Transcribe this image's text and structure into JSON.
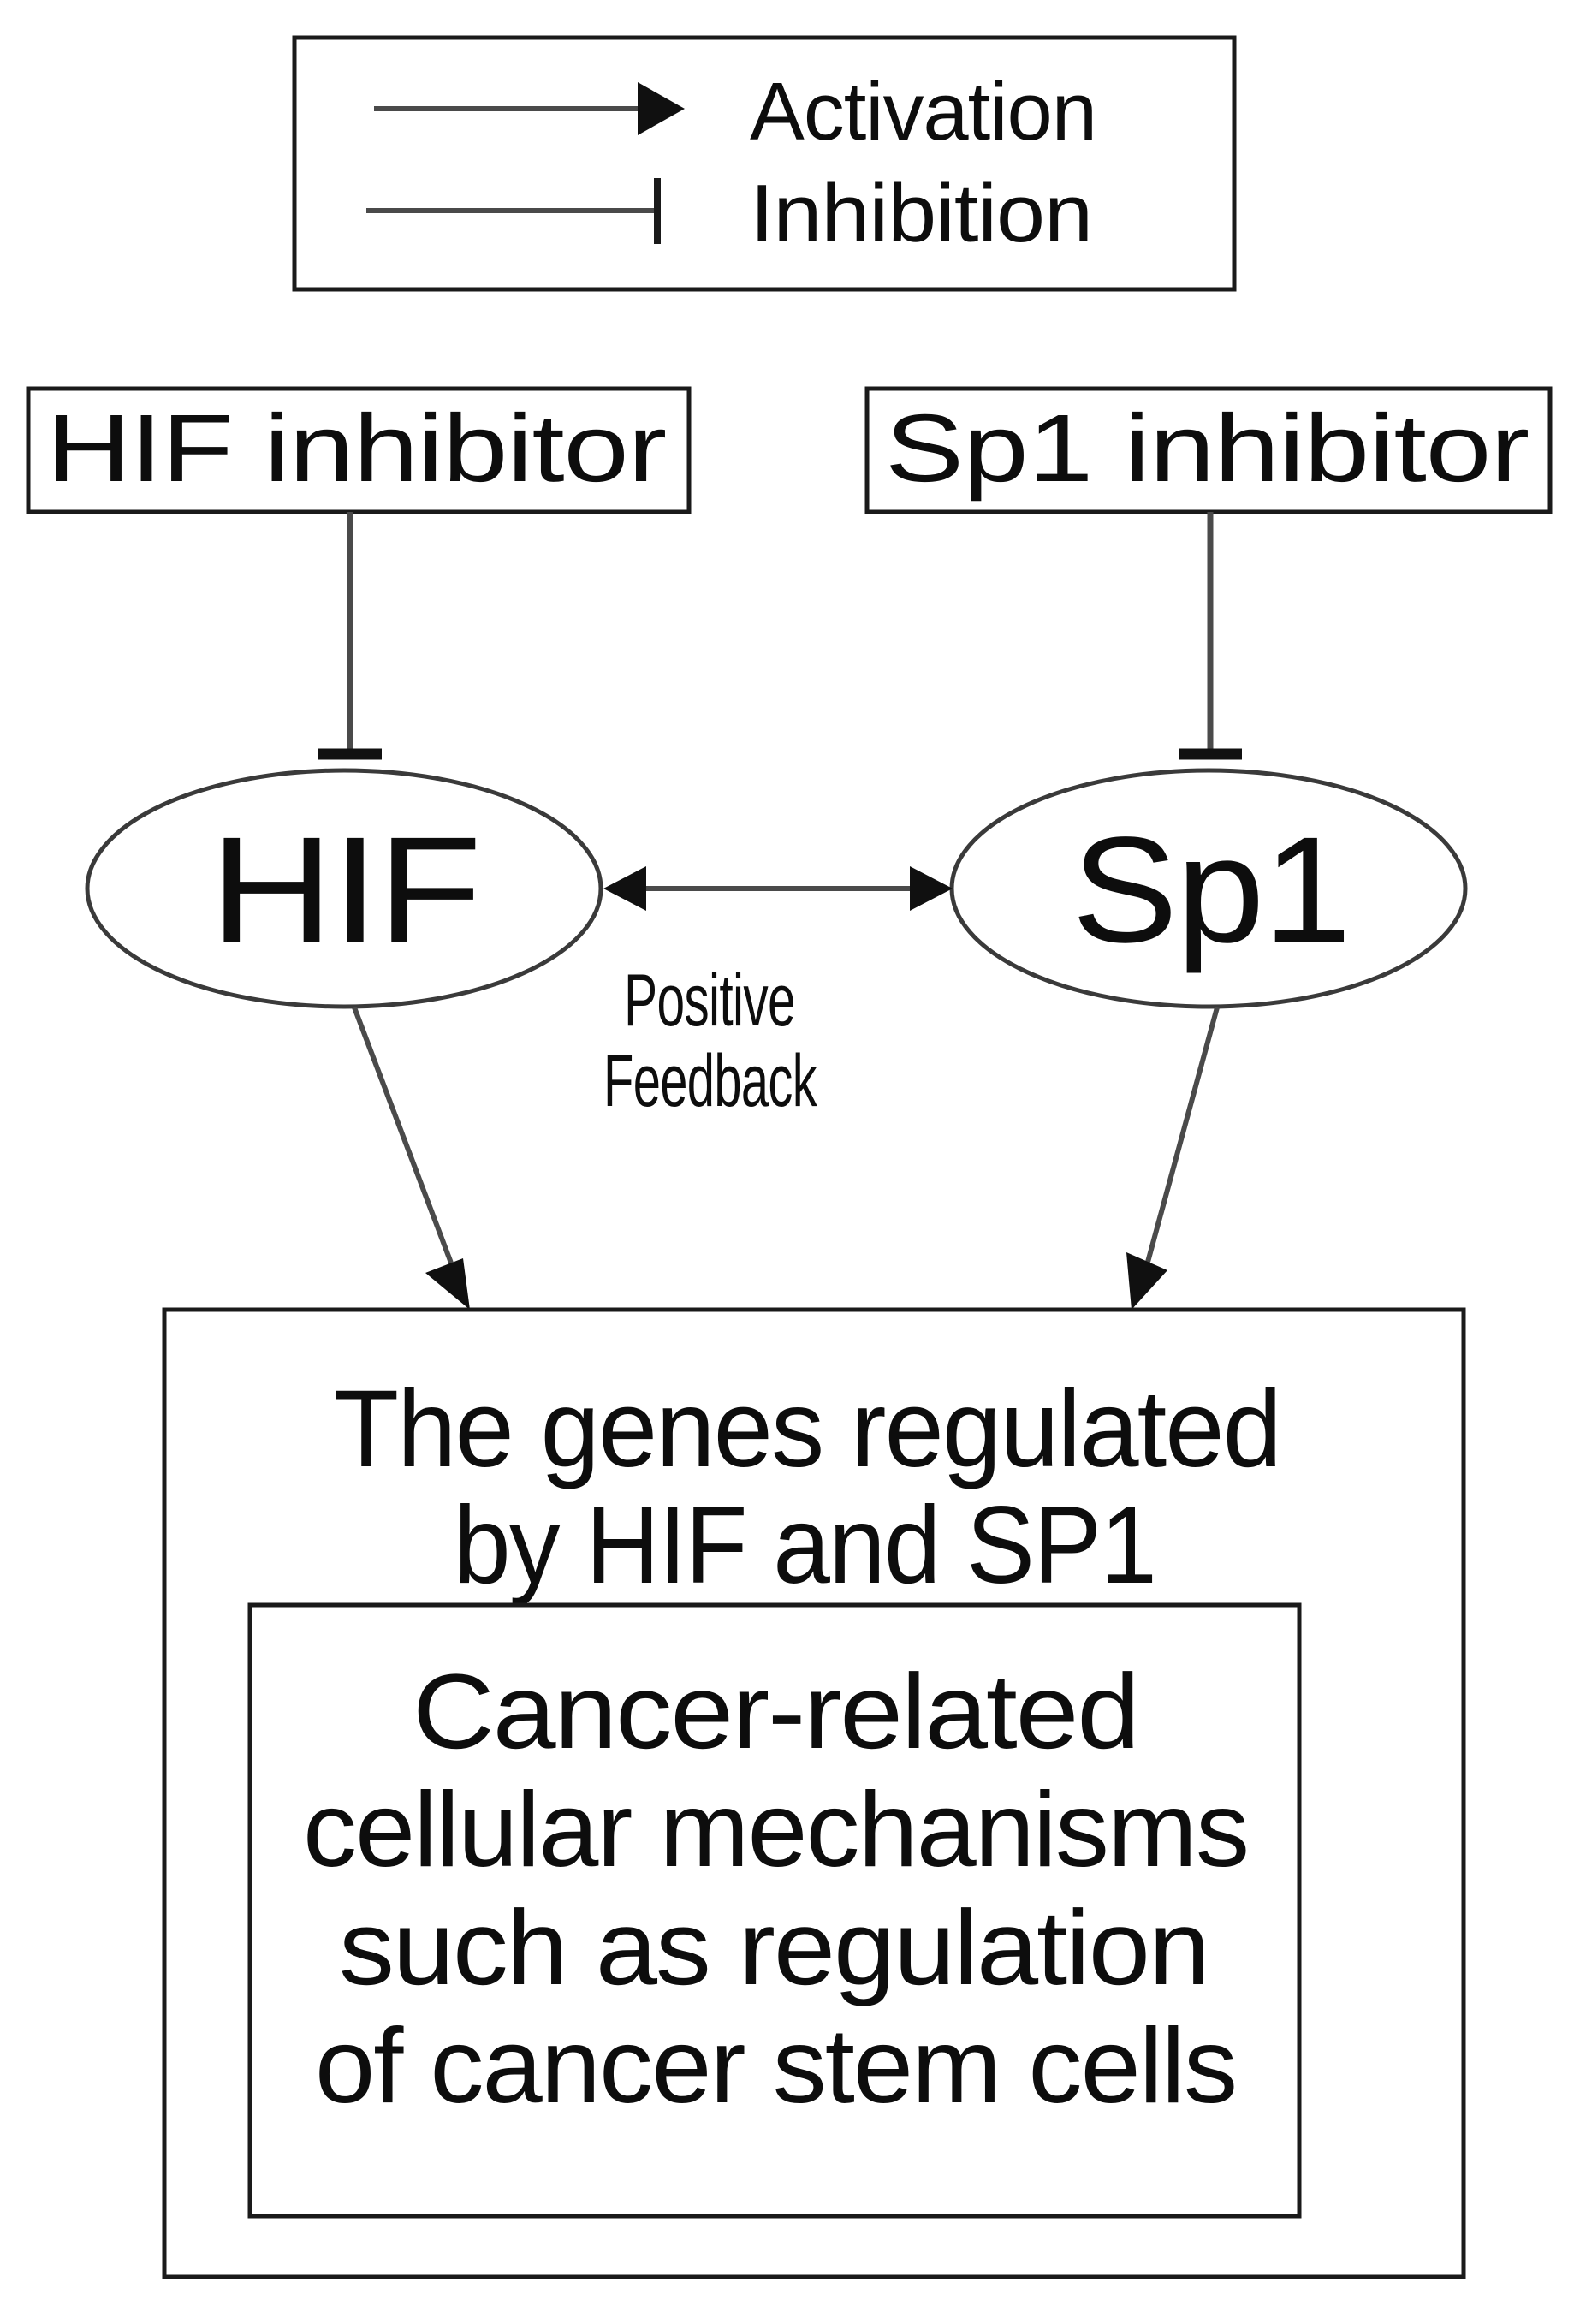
{
  "figure": {
    "type": "signaling-pathway-diagram",
    "title": "HIF and Sp1 positive feedback regulating cancer-related genes",
    "background_color": "#ffffff",
    "line_color": "#4a4a4a",
    "text_color": "#0d0d0d",
    "box_border_color": "#1a1a1a"
  },
  "legend": {
    "entries": [
      {
        "symbol": "arrow",
        "label": "Activation"
      },
      {
        "symbol": "tee",
        "label": "Inhibition"
      }
    ]
  },
  "nodes": {
    "hif_inhibitor": {
      "label": "HIF inhibitor",
      "shape": "rect"
    },
    "sp1_inhibitor": {
      "label": "Sp1 inhibitor",
      "shape": "rect"
    },
    "hif": {
      "label": "HIF",
      "shape": "ellipse"
    },
    "sp1": {
      "label": "Sp1",
      "shape": "ellipse"
    },
    "feedback": {
      "line1": "Positive",
      "line2": "Feedback"
    },
    "outer_box": {
      "line1": "The genes regulated",
      "line2": "by HIF and SP1"
    },
    "inner_box": {
      "line1": "Cancer-related",
      "line2": "cellular mechanisms",
      "line3": "such as regulation",
      "line4": "of cancer stem cells"
    }
  },
  "edges": [
    {
      "from": "hif_inhibitor",
      "to": "hif",
      "kind": "Inhibition",
      "marker": "tee"
    },
    {
      "from": "sp1_inhibitor",
      "to": "sp1",
      "kind": "Inhibition",
      "marker": "tee"
    },
    {
      "from": "hif",
      "to": "sp1",
      "kind": "Activation",
      "marker": "arrow-both",
      "label": "Positive Feedback"
    },
    {
      "from": "hif",
      "to": "outer_box",
      "kind": "Activation",
      "marker": "arrow"
    },
    {
      "from": "sp1",
      "to": "outer_box",
      "kind": "Activation",
      "marker": "arrow"
    }
  ]
}
